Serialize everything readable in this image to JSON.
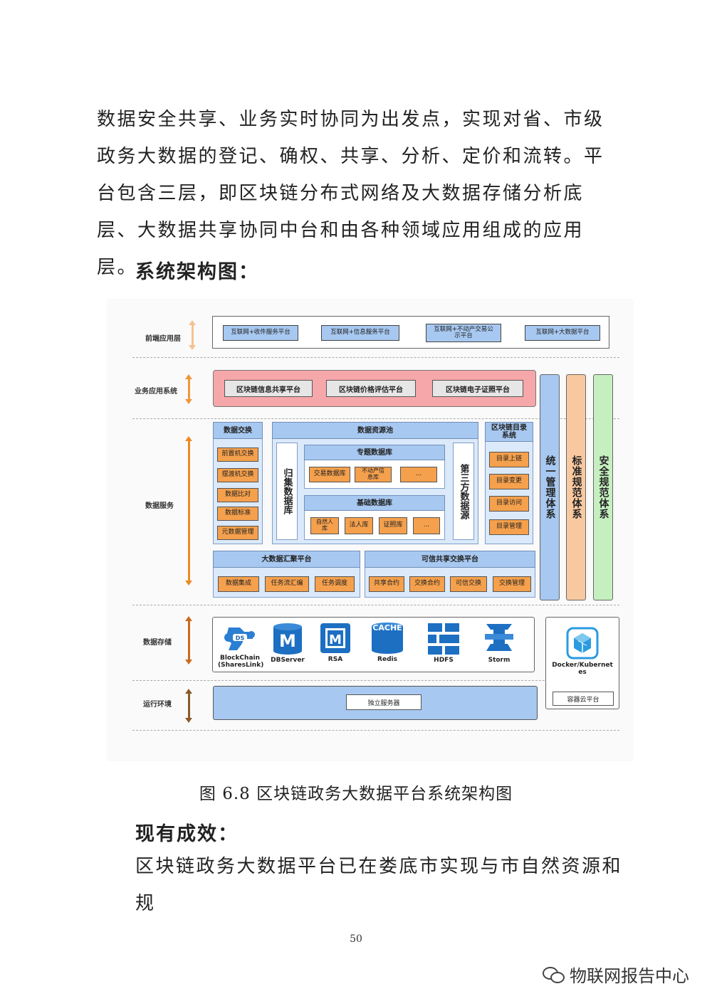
{
  "intro_paragraph": "数据安全共享、业务实时协同为出发点，实现对省、市级政务大数据的登记、确权、共享、分析、定价和流转。平台包含三层，即区块链分布式网络及大数据存储分析底层、大数据共享协同中台和由各种领域应用组成的应用层。",
  "section_architecture": "系统架构图：",
  "diagram": {
    "layers": {
      "frontend": "前端应用层",
      "business": "业务应用系统",
      "data_service": "数据服务",
      "data_storage": "数据存储",
      "runtime": "运行环境"
    },
    "frontend_items": [
      "互联网+收件服务平台",
      "互联网+信息服务平台",
      "互联网+不动产交易公示平台",
      "互联网+大数据平台"
    ],
    "business_items": [
      "区块链信息共享平台",
      "区块链价格评估平台",
      "区块链电子证照平台"
    ],
    "data_exchange": {
      "title": "数据交换",
      "items": [
        "前置机交换",
        "摆渡机交换",
        "数据比对",
        "数据标准",
        "元数据管理"
      ]
    },
    "resource_pool": {
      "title": "数据资源池",
      "collect": "归集数据库",
      "thematic_title": "专题数据库",
      "thematic_items": [
        "交易数据库",
        "不动产信息库",
        "..."
      ],
      "basic_title": "基础数据库",
      "basic_items": [
        "自然人库",
        "法人库",
        "证照库",
        "..."
      ],
      "third_party": "第三方数据源"
    },
    "catalog": {
      "title": "区块链目录系统",
      "items": [
        "目录上链",
        "目录变更",
        "目录访问",
        "目录管理"
      ]
    },
    "aggregation": {
      "title": "大数据汇聚平台",
      "items": [
        "数据集成",
        "任务流汇编",
        "任务调度"
      ]
    },
    "exchange_platform": {
      "title": "可信共享交换平台",
      "items": [
        "共享合约",
        "交换合约",
        "可信交换",
        "交换管理"
      ]
    },
    "pillars": [
      "统一管理体系",
      "标准规范体系",
      "安全规范体系"
    ],
    "storage": {
      "ds_badge": "DS",
      "m_glyph": "M",
      "cache_word": "CACHE",
      "items": [
        "BlockChain (SharesLink)",
        "DBServer",
        "RSA",
        "Redis",
        "HDFS",
        "Storm"
      ],
      "docker": "Docker/Kubernetes",
      "container_platform": "容器云平台"
    },
    "runtime_server": "独立服务器"
  },
  "caption": "图 6.8 区块链政务大数据平台系统架构图",
  "section_results": "现有成效：",
  "results_paragraph": "区块链政务大数据平台已在娄底市实现与市自然资源和规",
  "page_number": "50",
  "watermark": "物联网报告中心",
  "colors": {
    "blue": "#a7c8f0",
    "orange": "#f5a04c",
    "pink": "#f6a7a9",
    "pillar_blue": "#a7c8f0",
    "pillar_orange": "#f8c9a0",
    "pillar_green": "#c6efc0"
  }
}
